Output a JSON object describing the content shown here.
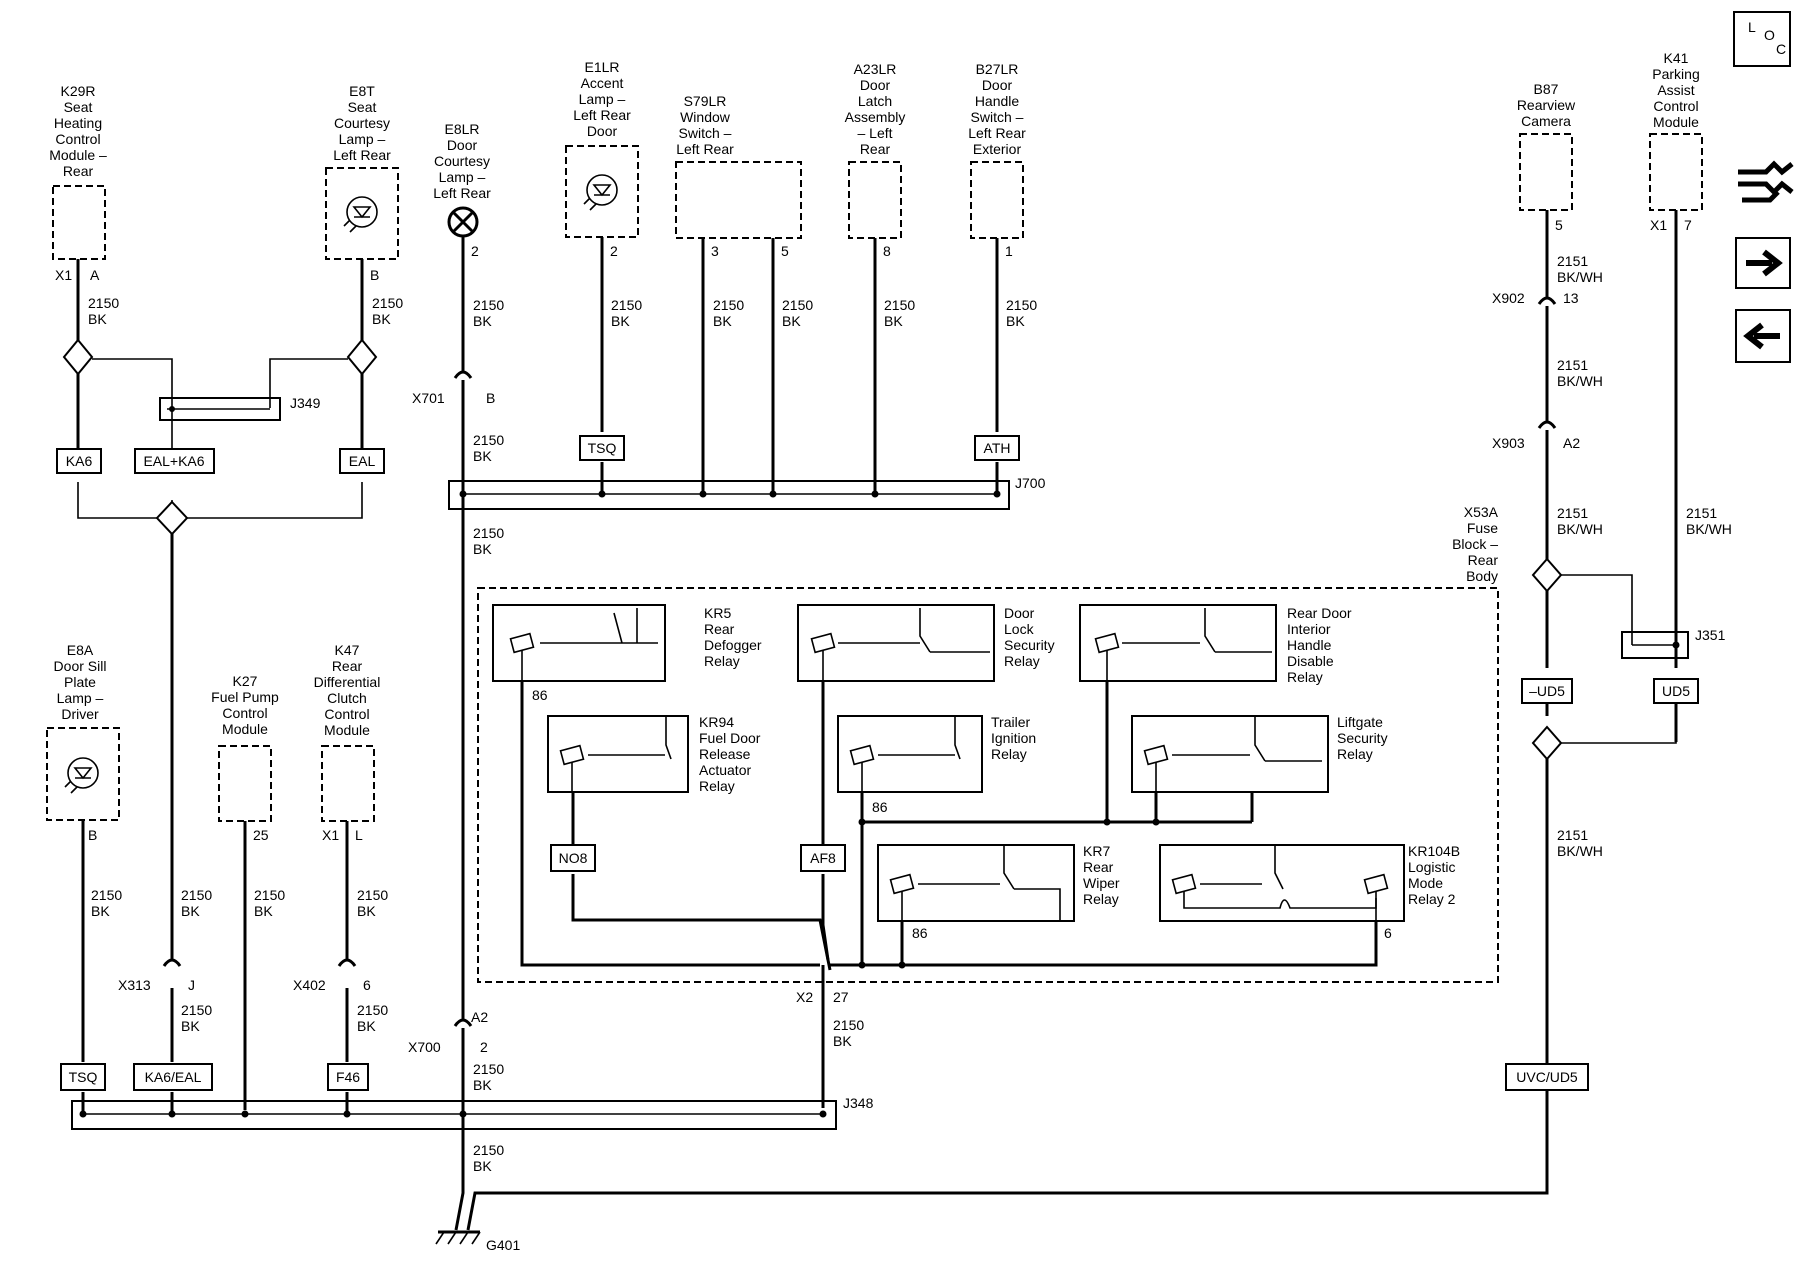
{
  "title": "",
  "components": {
    "k29r": [
      "K29R",
      "Seat",
      "Heating",
      "Control",
      "Module –",
      "Rear"
    ],
    "e8t": [
      "E8T",
      "Seat",
      "Courtesy",
      "Lamp –",
      "Left Rear"
    ],
    "e8lr": [
      "E8LR",
      "Door",
      "Courtesy",
      "Lamp –",
      "Left Rear"
    ],
    "e1lr": [
      "E1LR",
      "Accent",
      "Lamp –",
      "Left Rear",
      "Door"
    ],
    "s79lr": [
      "S79LR",
      "Window",
      "Switch –",
      "Left Rear"
    ],
    "a23lr": [
      "A23LR",
      "Door",
      "Latch",
      "Assembly",
      "– Left",
      "Rear"
    ],
    "b27lr": [
      "B27LR",
      "Door",
      "Handle",
      "Switch –",
      "Left Rear",
      "Exterior"
    ],
    "b87": [
      "B87",
      "Rearview",
      "Camera"
    ],
    "k41": [
      "K41",
      "Parking",
      "Assist",
      "Control",
      "Module"
    ],
    "e8a": [
      "E8A",
      "Door Sill",
      "Plate",
      "Lamp –",
      "Driver"
    ],
    "k27": [
      "K27",
      "Fuel Pump",
      "Control",
      "Module"
    ],
    "k47": [
      "K47",
      "Rear",
      "Differential",
      "Clutch",
      "Control",
      "Module"
    ],
    "fuse_block": [
      "X53A",
      "Fuse",
      "Block –",
      "Rear",
      "Body"
    ]
  },
  "relays": {
    "kr5": [
      "KR5",
      "Rear",
      "Defogger",
      "Relay"
    ],
    "door_lock": [
      "Door",
      "Lock",
      "Security",
      "Relay"
    ],
    "rear_door": [
      "Rear Door",
      "Interior",
      "Handle",
      "Disable",
      "Relay"
    ],
    "kr94": [
      "KR94",
      "Fuel Door",
      "Release",
      "Actuator",
      "Relay"
    ],
    "trailer": [
      "Trailer",
      "Ignition",
      "Relay"
    ],
    "liftgate": [
      "Liftgate",
      "Security",
      "Relay"
    ],
    "kr7": [
      "KR7",
      "Rear",
      "Wiper",
      "Relay"
    ],
    "kr104b": [
      "KR104B",
      "Logistic",
      "Mode",
      "Relay 2"
    ]
  },
  "pins": {
    "x1": "X1",
    "a": "A",
    "b": "B",
    "two": "2",
    "three": "3",
    "five": "5",
    "eight": "8",
    "one": "1",
    "seven": "7",
    "twentyfive": "25",
    "l": "L",
    "j": "J",
    "six": "6",
    "eightysix": "86",
    "thirteen": "13",
    "a2": "A2",
    "twentyseven": "27",
    "x2": "X2"
  },
  "wires": {
    "bk_num": "2150",
    "bk": "BK",
    "wh_num": "2151",
    "wh": "BK/WH"
  },
  "connectors": {
    "x701": "X701",
    "x902": "X902",
    "x903": "X903",
    "x313": "X313",
    "x402": "X402",
    "x700": "X700"
  },
  "splices": {
    "j349": "J349",
    "j700": "J700",
    "j351": "J351",
    "j348": "J348"
  },
  "options": {
    "ka6": "KA6",
    "eal_ka6": "EAL+KA6",
    "eal": "EAL",
    "tsq": "TSQ",
    "ath": "ATH",
    "no8": "NO8",
    "af8": "AF8",
    "ud5_neg": "–UD5",
    "ud5": "UD5",
    "ka6_eal": "KA6/EAL",
    "f46": "F46",
    "uvc_ud5": "UVC/UD5"
  },
  "ground": "G401",
  "nav": {
    "loc_l": "L",
    "loc_o": "O",
    "loc_c": "C"
  }
}
